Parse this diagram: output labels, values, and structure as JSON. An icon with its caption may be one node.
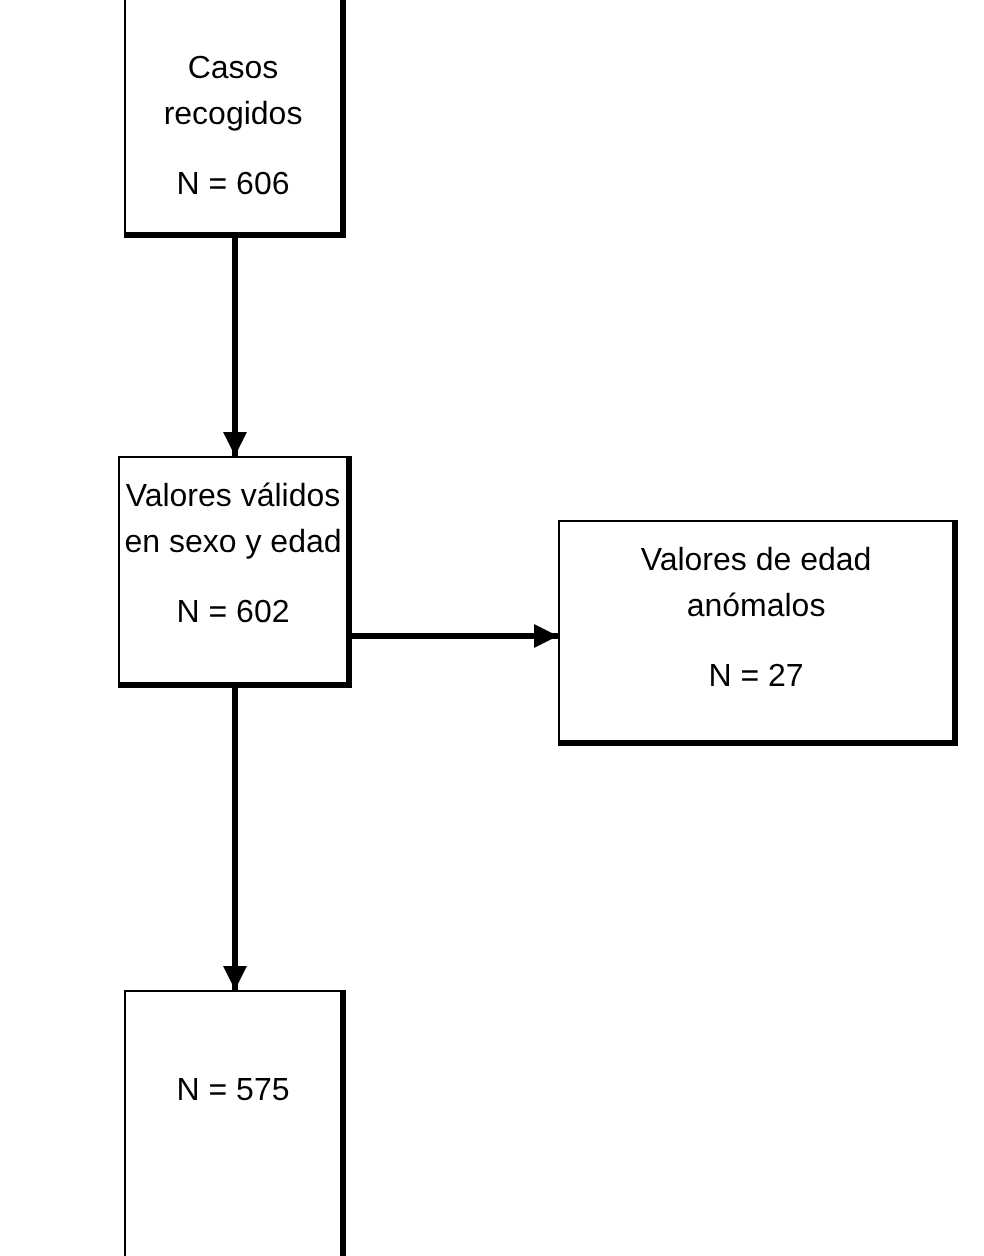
{
  "diagram": {
    "nodes": [
      {
        "text": [
          "Casos recogidos",
          "N = 606"
        ]
      },
      {
        "text": [
          "Valores válidos en sexo y edad",
          "N = 602"
        ]
      },
      {
        "text": [
          "Valores de edad anómalos",
          "N = 27"
        ]
      },
      {
        "text": [
          "N = 575"
        ]
      }
    ],
    "edges": [
      {
        "from": 0,
        "to": 1,
        "arrow": "to"
      },
      {
        "from": 1,
        "to": 2,
        "arrow": "to"
      },
      {
        "from": 1,
        "to": 3,
        "arrow": "to"
      }
    ]
  }
}
